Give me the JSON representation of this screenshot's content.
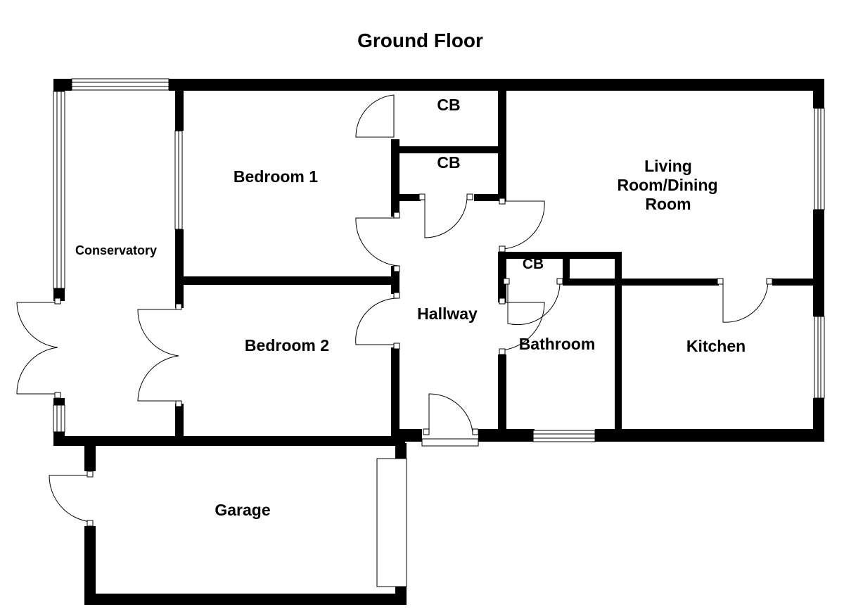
{
  "title": "Ground Floor",
  "rooms": {
    "conservatory": "Conservatory",
    "bedroom1": "Bedroom 1",
    "bedroom2": "Bedroom 2",
    "cb1": "CB",
    "cb2": "CB",
    "cb3": "CB",
    "hallway": "Hallway",
    "living_line1": "Living",
    "living_line2": "Room/Dining",
    "living_line3": "Room",
    "bathroom": "Bathroom",
    "kitchen": "Kitchen",
    "garage": "Garage"
  }
}
